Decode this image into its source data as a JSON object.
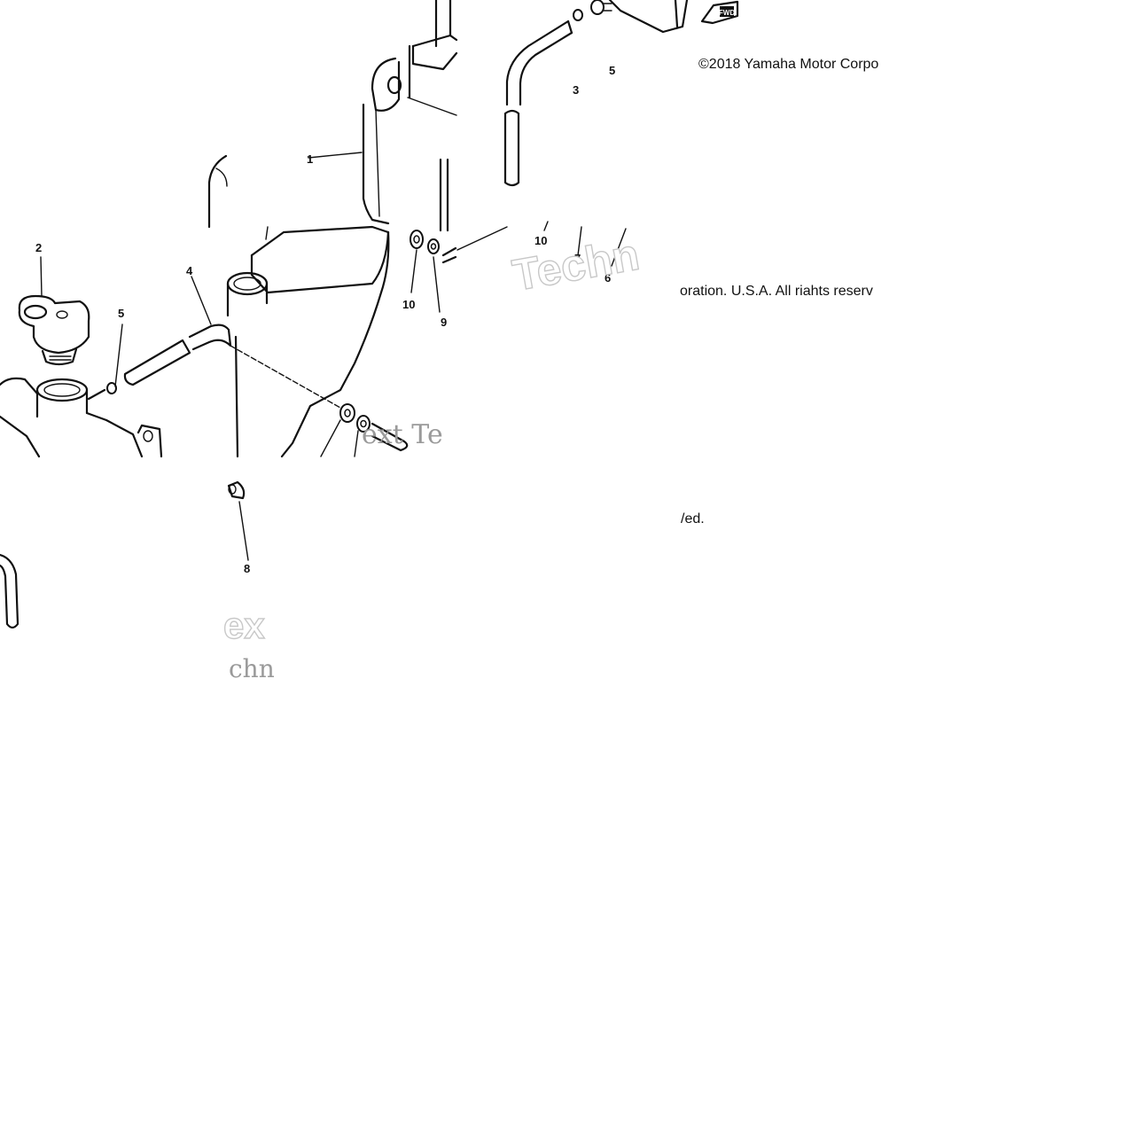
{
  "copyright": {
    "part_a": "©2018 Yamaha Motor Corpo",
    "part_b": "oration. U.S.A. All riahts reserv",
    "part_c": "/ed."
  },
  "watermark": {
    "word_1": "Techn",
    "word_2": "ext Te",
    "word_3": "ex",
    "word_4": "chn"
  },
  "callouts": {
    "c1": "1",
    "c2": "2",
    "c3": "3",
    "c4": "4",
    "c5a": "5",
    "c5b": "5",
    "c6": "6",
    "c7": "7",
    "c8": "8",
    "c9": "9",
    "c10a": "10",
    "c10b": "10"
  },
  "badge": {
    "label": "FWD"
  }
}
